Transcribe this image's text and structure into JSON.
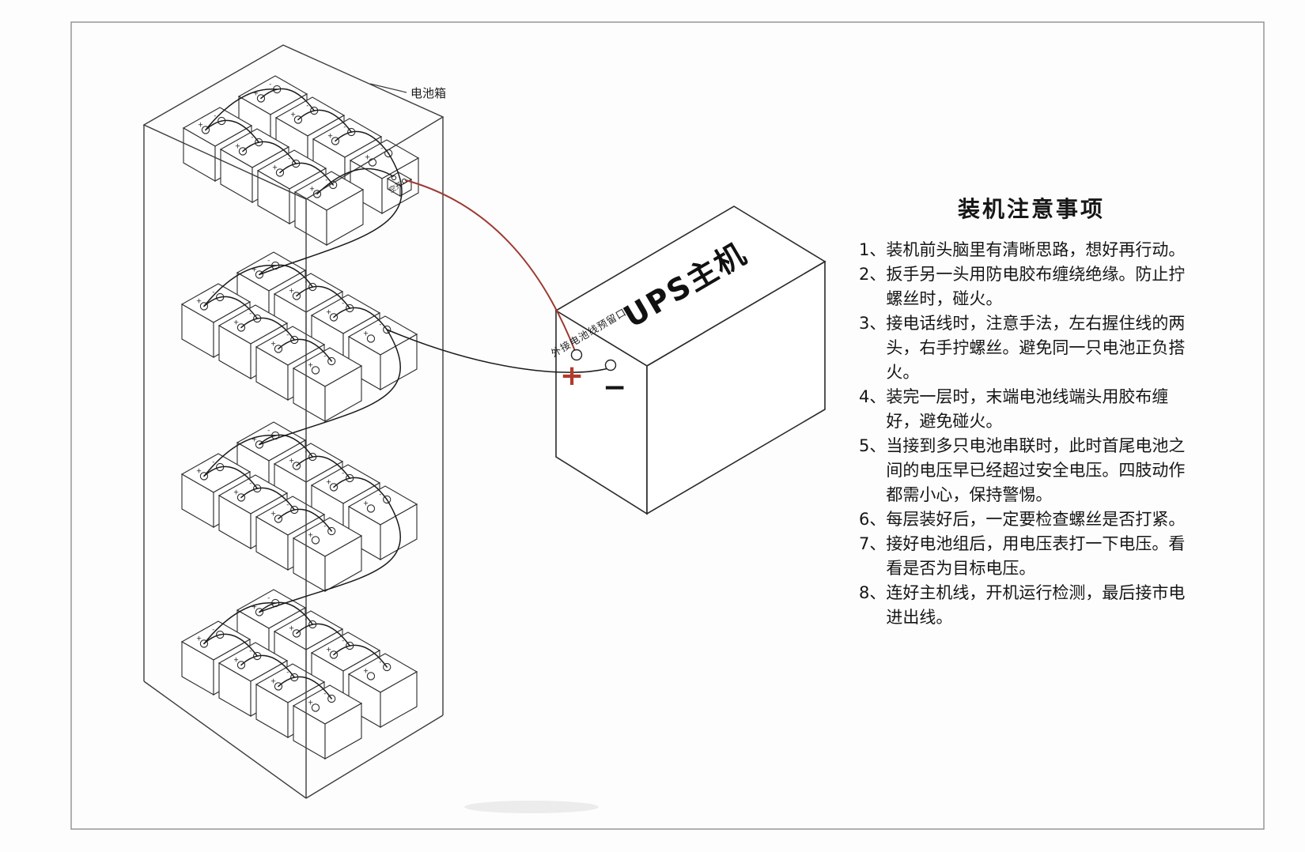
{
  "labels": {
    "battery_box": "电池箱",
    "breaker": "空开",
    "ups_title": "UPS主机",
    "battery_port": "外接电池线预留口",
    "plus_terminal": "+",
    "minus_terminal": "−",
    "terminal_plus_mark": "+",
    "terminal_minus_mark": "-"
  },
  "colors": {
    "wire_black": "#1a1a1a",
    "wire_red": "#9c3a31",
    "plus_red": "#b23a2e",
    "ink": "#1f1f1f"
  },
  "notes": {
    "title": "装机注意事项",
    "items": [
      {
        "num": "1、",
        "text": "装机前头脑里有清晰思路，想好再行动。"
      },
      {
        "num": "2、",
        "text": "扳手另一头用防电胶布缠绕绝缘。防止拧螺丝时，碰火。"
      },
      {
        "num": "3、",
        "text": "接电话线时，注意手法，左右握住线的两头，右手拧螺丝。避免同一只电池正负搭火。"
      },
      {
        "num": "4、",
        "text": "装完一层时，末端电池线端头用胶布缠好，避免碰火。"
      },
      {
        "num": "5、",
        "text": "当接到多只电池串联时，此时首尾电池之间的电压早已经超过安全电压。四肢动作都需小心，保持警惕。"
      },
      {
        "num": "6、",
        "text": "每层装好后，一定要检查螺丝是否打紧。"
      },
      {
        "num": "7、",
        "text": "接好电池组后，用电压表打一下电压。看看是否为目标电压。"
      },
      {
        "num": "8、",
        "text": "连好主机线，开机运行检测，最后接市电进出线。"
      }
    ]
  }
}
